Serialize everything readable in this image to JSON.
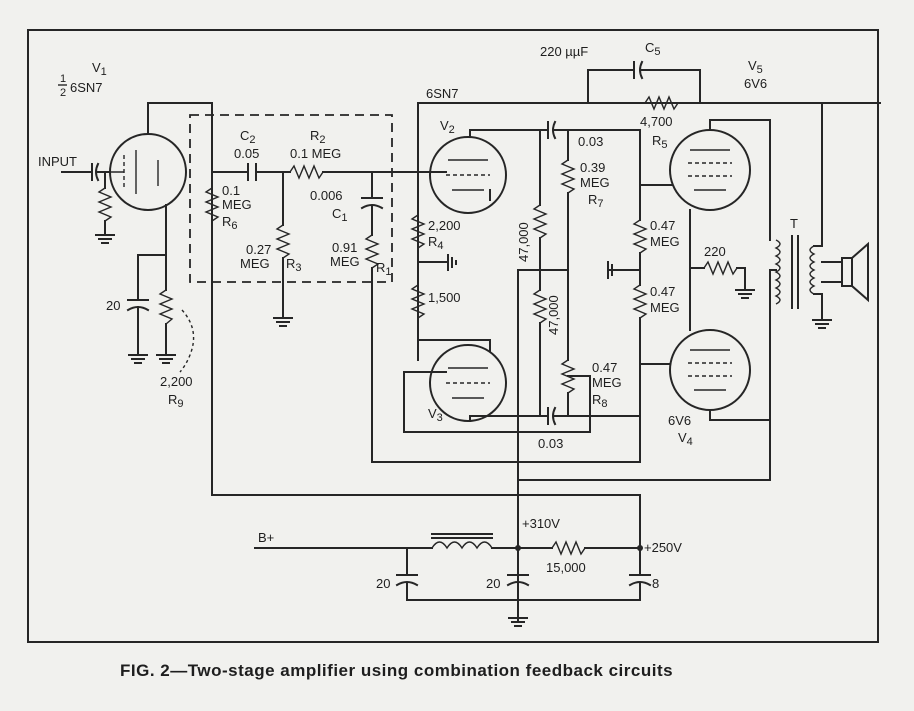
{
  "caption": "FIG. 2—Two-stage amplifier using combination feedback circuits",
  "labels": {
    "v1": "V",
    "v1_sub": "1",
    "v1_frac_num": "1",
    "v1_frac_den": "2",
    "v1_type": "6SN7",
    "input": "INPUT",
    "c2": "C",
    "c2_sub": "2",
    "c2_val": "0.05",
    "r2": "R",
    "r2_sub": "2",
    "r2_val": "0.1 MEG",
    "r6_val": "0.1",
    "r6_unit": "MEG",
    "r6": "R",
    "r6_sub": "6",
    "c1_val": "0.006",
    "c1": "C",
    "c1_sub": "1",
    "r3_val": "0.27",
    "r3_unit": "MEG",
    "r3": "R",
    "r3_sub": "3",
    "r1_val": "0.91",
    "r1_unit": "MEG",
    "r1": "R",
    "r1_sub": "1",
    "c_20a": "20",
    "r9_val": "2,200",
    "r9": "R",
    "r9_sub": "9",
    "tube_6sn7": "6SN7",
    "v2": "V",
    "v2_sub": "2",
    "r4_val": "2,200",
    "r4": "R",
    "r4_sub": "4",
    "r_1500": "1,500",
    "v3": "V",
    "v3_sub": "3",
    "c_220": "220 µµF",
    "c5": "C",
    "c5_sub": "5",
    "r5_val": "4,700",
    "r5": "R",
    "r5_sub": "5",
    "v5": "V",
    "v5_sub": "5",
    "v5_type": "6V6",
    "c_003a": "0.03",
    "r7_val": "0.39",
    "r7_unit": "MEG",
    "r7": "R",
    "r7_sub": "7",
    "r_47000a": "47,000",
    "r_47000b": "47,000",
    "r_047a": "0.47",
    "r_047a_unit": "MEG",
    "r_047b": "0.47",
    "r_047b_unit": "MEG",
    "r_220": "220",
    "t": "T",
    "r8_val": "0.47",
    "r8_unit": "MEG",
    "r8": "R",
    "r8_sub": "8",
    "c_003b": "0.03",
    "v4_type": "6V6",
    "v4": "V",
    "v4_sub": "4",
    "bplus": "B+",
    "v_310": "+310V",
    "r_15000": "15,000",
    "v_250": "+250V",
    "c_20b": "20",
    "c_20c": "20",
    "c_8": "8"
  }
}
